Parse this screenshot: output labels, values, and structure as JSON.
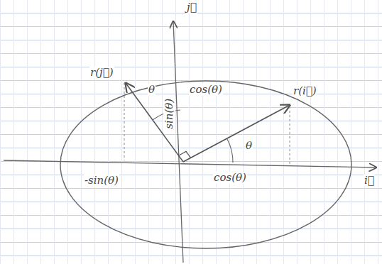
{
  "diagram": {
    "labels": [
      "j⃗",
      "r(j⃗)",
      "θ",
      "cos(θ)",
      "sin(θ)",
      "r(i⃗)",
      "θ",
      "-sin(θ)",
      "cos(θ)",
      "i⃗"
    ]
  }
}
